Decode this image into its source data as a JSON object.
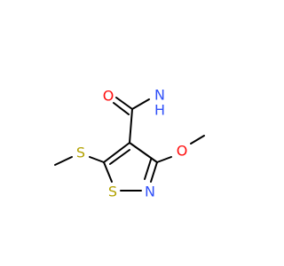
{
  "molecule": {
    "atoms": {
      "amide_oxygen": {
        "symbol": "O",
        "color": "#ff0d0d"
      },
      "amide_nitrogen_N": {
        "symbol": "N",
        "color": "#3050f8"
      },
      "amide_nitrogen_H": {
        "symbol": "H",
        "color": "#3050f8"
      },
      "methoxy_oxygen": {
        "symbol": "O",
        "color": "#ff0d0d"
      },
      "thioether_sulfur": {
        "symbol": "S",
        "color": "#b2a100"
      },
      "ring_sulfur": {
        "symbol": "S",
        "color": "#b2a100"
      },
      "ring_nitrogen": {
        "symbol": "N",
        "color": "#3050f8"
      }
    },
    "bond_color": "#000000"
  }
}
